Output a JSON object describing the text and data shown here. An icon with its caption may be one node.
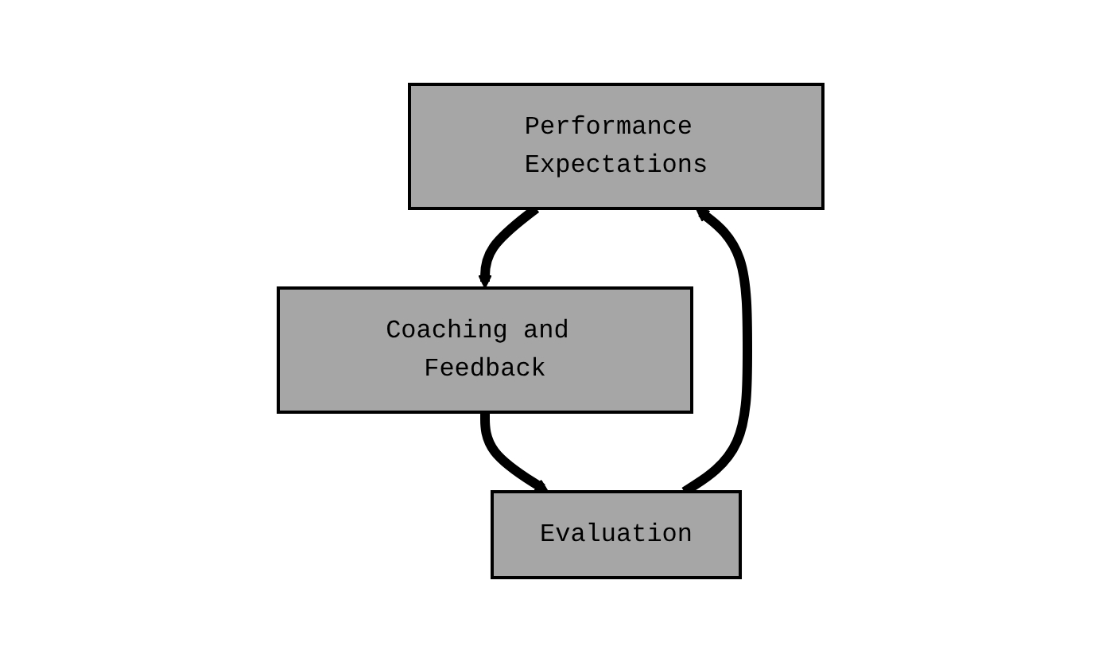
{
  "diagram": {
    "nodes": [
      {
        "text": [
          "Performance Expectations"
        ]
      },
      {
        "text": [
          "Evaluation"
        ]
      },
      {
        "text": [
          "Coaching and Feedback"
        ]
      }
    ],
    "edges": [
      {
        "from": 0,
        "to": 2,
        "arrow": "to"
      },
      {
        "from": 2,
        "to": 1,
        "arrow": "to"
      },
      {
        "from": 1,
        "to": 0,
        "arrow": "to"
      }
    ]
  }
}
